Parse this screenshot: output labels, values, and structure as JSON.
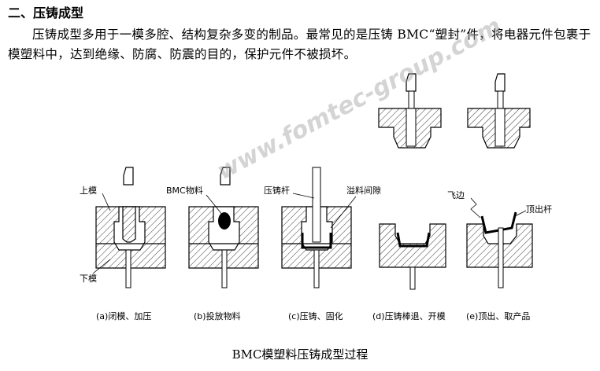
{
  "section": {
    "heading": "二、压铸成型",
    "paragraph": "压铸成型多用于一模多腔、结构复杂多变的制品。最常见的是压铸 BMC“塑封”件，将电器元件包裹于模塑料中，达到绝缘、防腐、防震的目的，保护元件不被损坏。"
  },
  "watermark": "www.fomtec-group.com",
  "figure": {
    "labels": {
      "upper_mold": "上模",
      "lower_mold": "下模",
      "bmc_material": "BMC物料",
      "plunger": "压铸杆",
      "overflow_gap": "溢料间隙",
      "flash": "飞边",
      "ejector_pin": "顶出杆"
    },
    "captions": [
      "(a)闭模、加压",
      "(b)投放物料",
      "(c)压铸、固化",
      "(d)压铸棒退、开模",
      "(e)顶出、取产品"
    ],
    "title": "BMC模塑料压铸成型过程"
  }
}
